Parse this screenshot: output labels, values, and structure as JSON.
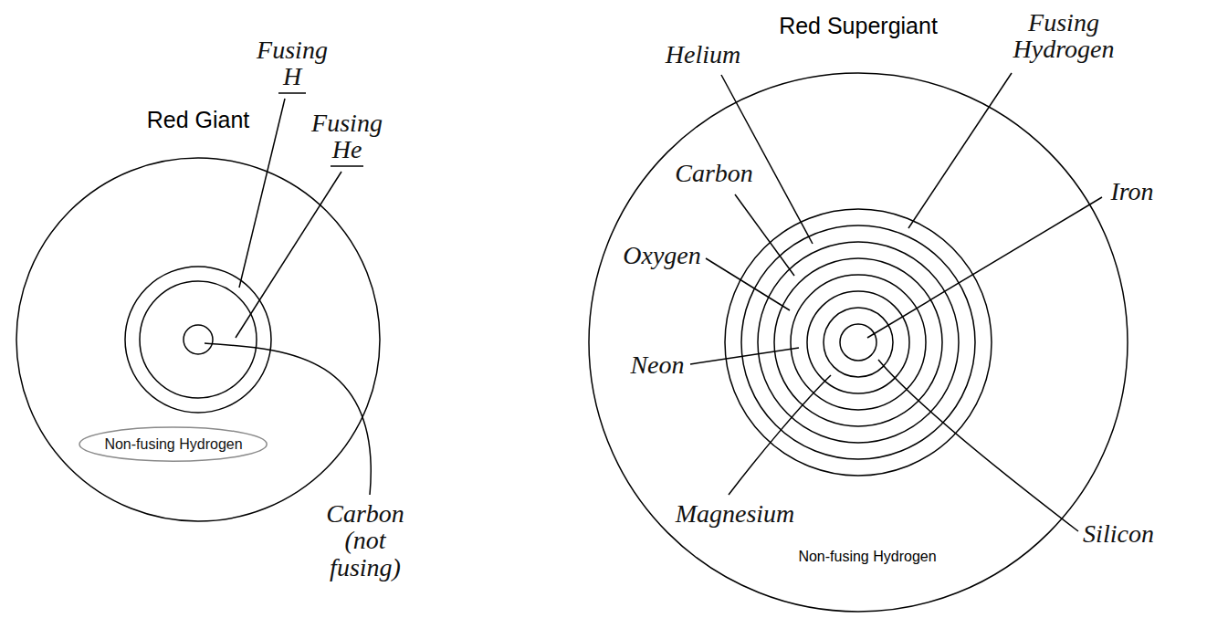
{
  "diagram": {
    "nodes": [
      {
        "text": [
          "Red Giant"
        ]
      },
      {
        "text": [
          "Non-fusing Hydrogen"
        ],
        "in": 0
      },
      {
        "text": [
          "Red Supergiant",
          "Non-fusing Hydrogen"
        ]
      }
    ],
    "labels": [
      "Fusing H",
      "Fusing He",
      "Carbon (not fusing)",
      "Helium",
      "Fusing Hydrogen",
      "Carbon",
      "Oxygen",
      "Neon",
      "Magnesium",
      "Iron",
      "Silicon"
    ]
  }
}
